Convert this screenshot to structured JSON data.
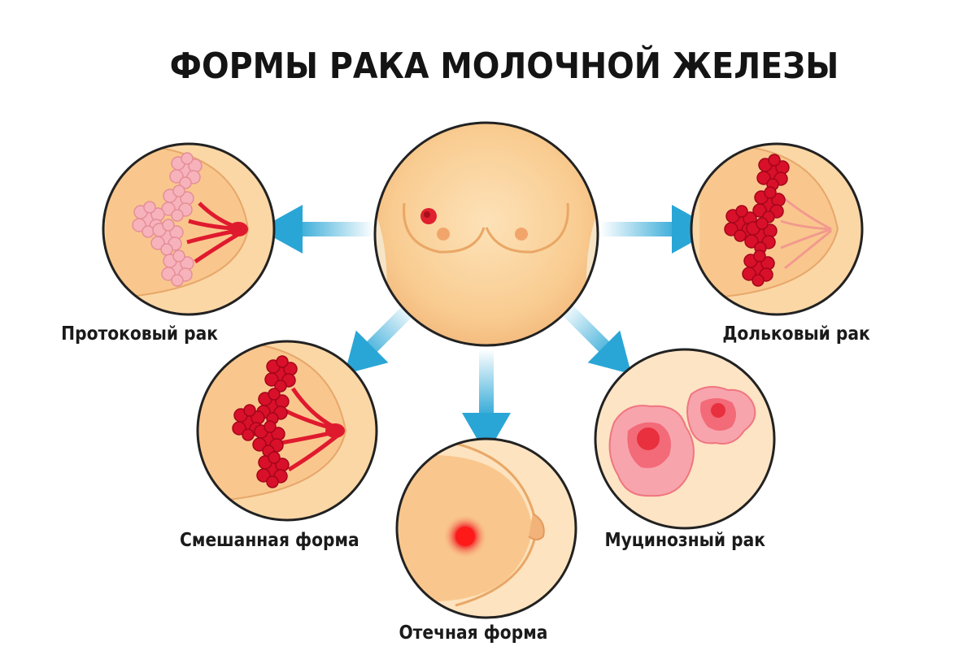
{
  "title": "ФОРМЫ РАКА МОЛОЧНОЙ ЖЕЛЕЗЫ",
  "colors": {
    "skin": "#f9cc91",
    "skin_dark": "#efb075",
    "tumor_red": "#e01a2e",
    "lobule_pink": "#f7b3bb",
    "arrow_blue": "#2aa6d6",
    "outline": "#222222"
  },
  "forms": [
    {
      "key": "ductal",
      "label": "Протоковый рак"
    },
    {
      "key": "lobular",
      "label": "Дольковый рак"
    },
    {
      "key": "mixed",
      "label": "Смешанная форма"
    },
    {
      "key": "edematous",
      "label": "Отечная форма"
    },
    {
      "key": "mucinous",
      "label": "Муцинозный рак"
    }
  ]
}
